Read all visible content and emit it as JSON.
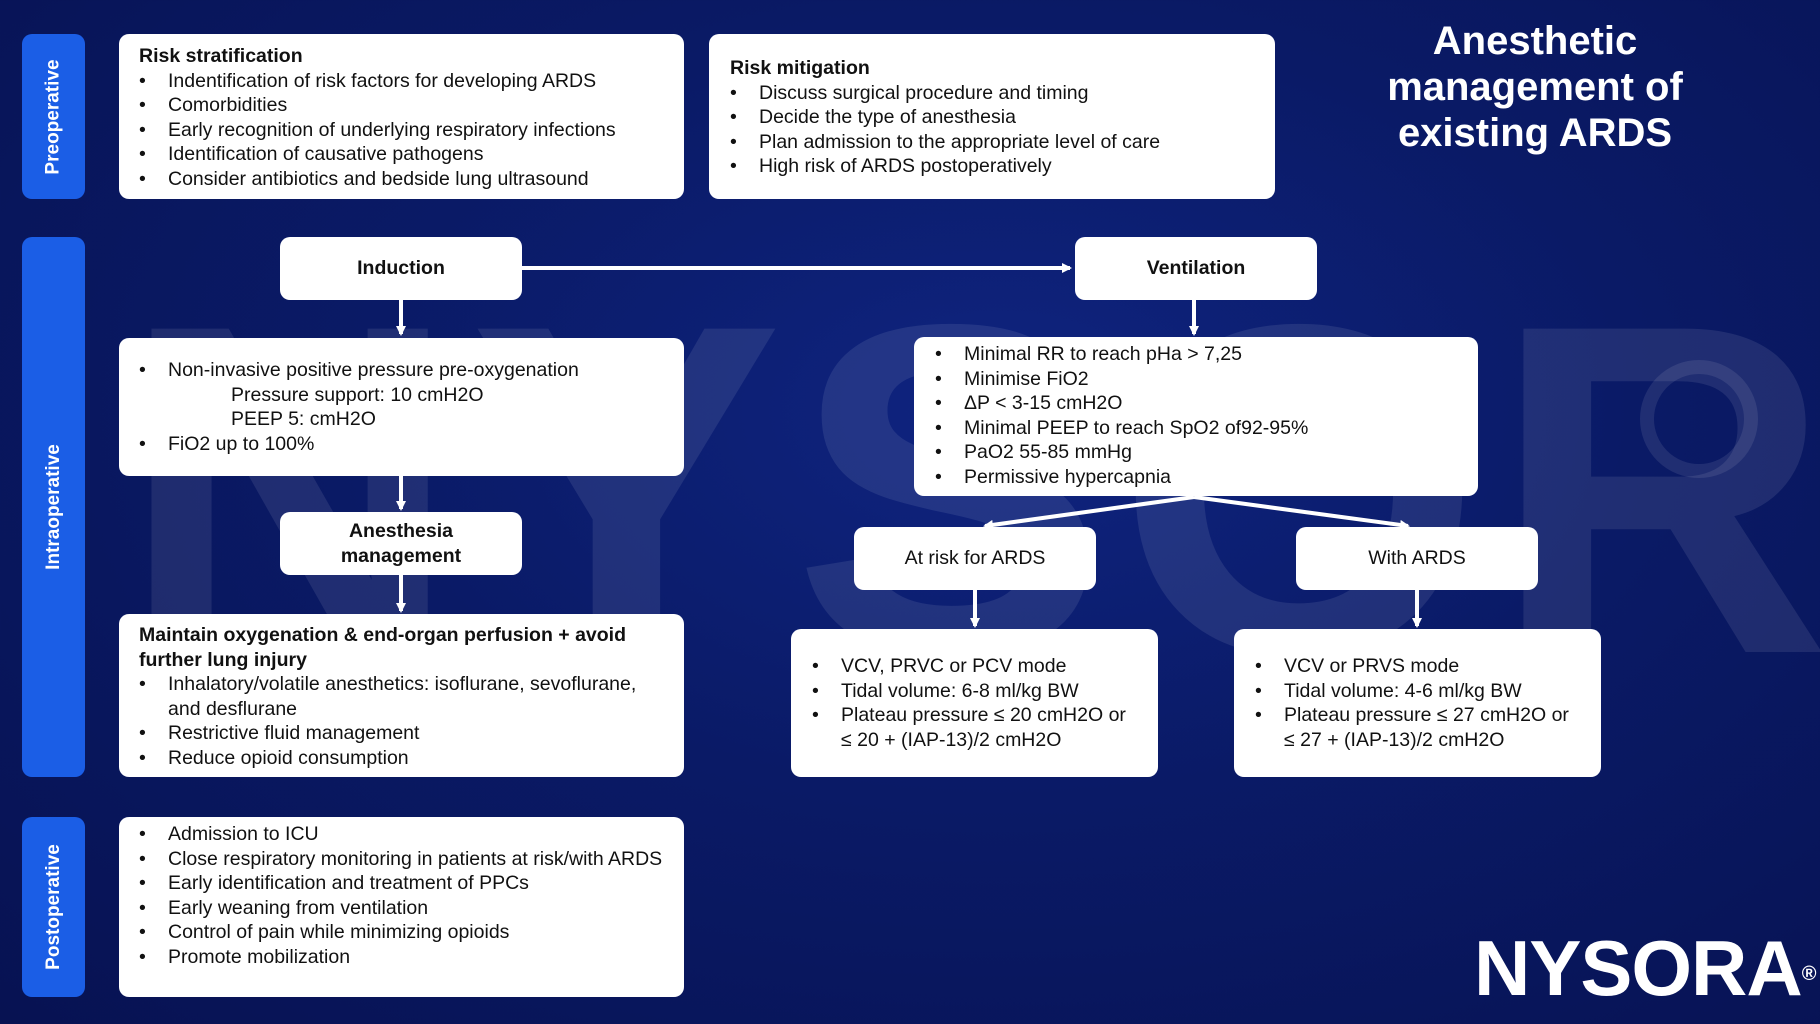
{
  "title": "Anesthetic management of existing ARDS",
  "logo": {
    "text": "NYSORA",
    "mark": "®"
  },
  "watermark": "NYSORA",
  "phases": {
    "preoperative": "Preoperative",
    "intraoperative": "Intraoperative",
    "postoperative": "Postoperative"
  },
  "risk_stratification": {
    "heading": "Risk stratification",
    "items": [
      "Indentification of risk factors for developing ARDS",
      "Comorbidities",
      "Early recognition of underlying respiratory infections",
      "Identification of causative pathogens",
      "Consider antibiotics and bedside lung ultrasound"
    ]
  },
  "risk_mitigation": {
    "heading": "Risk mitigation",
    "items": [
      "Discuss surgical procedure and timing",
      "Decide the type of anesthesia",
      "Plan admission to the appropriate level of care",
      "High risk of ARDS postoperatively"
    ]
  },
  "induction": {
    "label": "Induction",
    "item1": "Non-invasive positive pressure pre-oxygenation",
    "sub1": "Pressure support: 10 cmH2O",
    "sub2": "PEEP 5: cmH2O",
    "item2": "FiO2 up to 100%"
  },
  "anesthesia": {
    "label": "Anesthesia management",
    "heading": "Maintain oxygenation & end-organ perfusion + avoid further lung injury",
    "items": [
      "Inhalatory/volatile anesthetics: isoflurane, sevoflurane, and desflurane",
      "Restrictive fluid management",
      "Reduce opioid consumption"
    ]
  },
  "ventilation": {
    "label": "Ventilation",
    "items": [
      "Minimal RR to reach pHa > 7,25",
      "Minimise FiO2",
      "ΔP < 3-15 cmH2O",
      "Minimal PEEP to reach SpO2 of92-95%",
      "PaO2 55-85 mmHg",
      "Permissive hypercapnia"
    ]
  },
  "at_risk": {
    "label": "At risk for ARDS",
    "items": [
      "VCV, PRVC or PCV mode",
      "Tidal volume: 6-8 ml/kg BW",
      "Plateau pressure ≤ 20 cmH2O or ≤ 20 + (IAP-13)/2 cmH2O"
    ]
  },
  "with_ards": {
    "label": "With ARDS",
    "items": [
      "VCV or PRVS mode",
      "Tidal volume: 4-6 ml/kg BW",
      "Plateau pressure ≤ 27 cmH2O or ≤ 27 + (IAP-13)/2 cmH2O"
    ]
  },
  "postoperative": {
    "items": [
      "Admission to ICU",
      "Close respiratory monitoring in patients at risk/with ARDS",
      "Early identification and treatment of PPCs",
      "Early weaning from ventilation",
      "Control of pain while minimizing opioids",
      "Promote mobilization"
    ]
  },
  "colors": {
    "background": "#0a1a66",
    "phase_bar": "#1b5ee6",
    "box": "#ffffff"
  }
}
